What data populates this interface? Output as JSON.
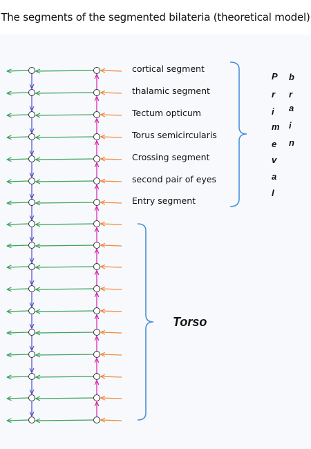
{
  "title": "The segments of the segmented bilateria (theoretical model)",
  "segment_labels": [
    "cortical segment",
    "thalamic segment",
    "Tectum opticum",
    "Torus semicircularis",
    "Crossing segment",
    "second pair of eyes",
    "Entry segment"
  ],
  "primeval_brain": {
    "word1": [
      "P",
      "r",
      "i",
      "m",
      "e",
      "v",
      "a",
      "l"
    ],
    "word2": [
      "b",
      "r",
      "a",
      "i",
      "n"
    ]
  },
  "torso_label": "Torso",
  "colors": {
    "green_arrow": "#3aa35a",
    "blue_arrow": "#4a4ad0",
    "magenta_arrow": "#d020b0",
    "orange_arrow": "#f08a3a",
    "node_stroke": "#333333",
    "bracket": "#4a90d9"
  }
}
